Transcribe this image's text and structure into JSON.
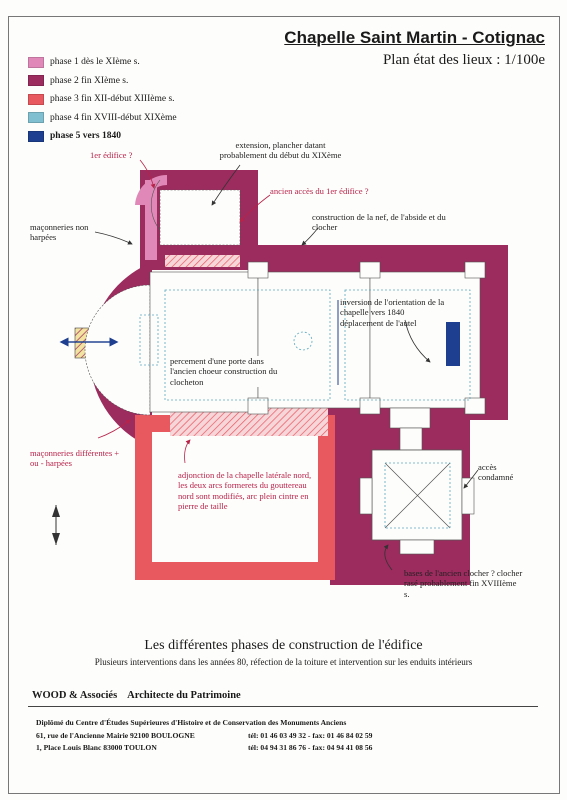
{
  "header": {
    "title": "Chapelle Saint Martin - Cotignac",
    "subtitle": "Plan état des lieux : 1/100e"
  },
  "legend": [
    {
      "label": "phase 1 dès le XIème s.",
      "color": "#e089b8"
    },
    {
      "label": "phase 2 fin XIème s.",
      "color": "#9c2b5e"
    },
    {
      "label": "phase 3 fin XII-début XIIIème s.",
      "color": "#e8585f"
    },
    {
      "label": "phase 4 fin XVIII-début XIXème",
      "color": "#7fbfcf"
    },
    {
      "label": "phase 5 vers 1840",
      "color": "#1e3f8f"
    }
  ],
  "annotations": {
    "first_building": "1er édifice ?",
    "extension": "extension, plancher datant probablement du début du XIXème",
    "old_access": "ancien accès du 1er édifice ?",
    "nave": "construction de la nef, de l'abside et du clocher",
    "masonry_unbonded": "maçonneries non harpées",
    "inversion": "inversion de l'orientation de la chapelle vers 1840 déplacement de l'autel",
    "door": "percement d'une porte dans l'ancien choeur construction du clocheton",
    "masonry_diff": "maçonneries différentes + ou - harpées",
    "side_chapel": "adjonction de la chapelle latérale nord, les deux arcs formerets du gouttereau nord sont modifiés, arc plein cintre en pierre de taille",
    "access_closed": "accès condamné",
    "old_bell_tower": "bases de l'ancien clocher ? clocher rasé probablement fin XVIIIème s."
  },
  "caption": {
    "main": "Les différentes phases de construction de l'édifice",
    "sub": "Plusieurs interventions dans les années 80, réfection de la toiture et intervention sur les enduits intérieurs"
  },
  "footer": {
    "firm": "WOOD & Associés",
    "role": "Architecte du Patrimoine",
    "diploma": "Diplômé du Centre d'Études Supérieures d'Histoire et de Conservation des Monuments Anciens",
    "addr1": "61, rue de l'Ancienne Mairie 92100 BOULOGNE",
    "phone1": "tél: 01 46 03 49 32 - fax: 01 46 84 02 59",
    "addr2": "1, Place Louis Blanc 83000 TOULON",
    "phone2": "tél: 04 94 31 86 76 - fax: 04 94 41 08 56"
  }
}
